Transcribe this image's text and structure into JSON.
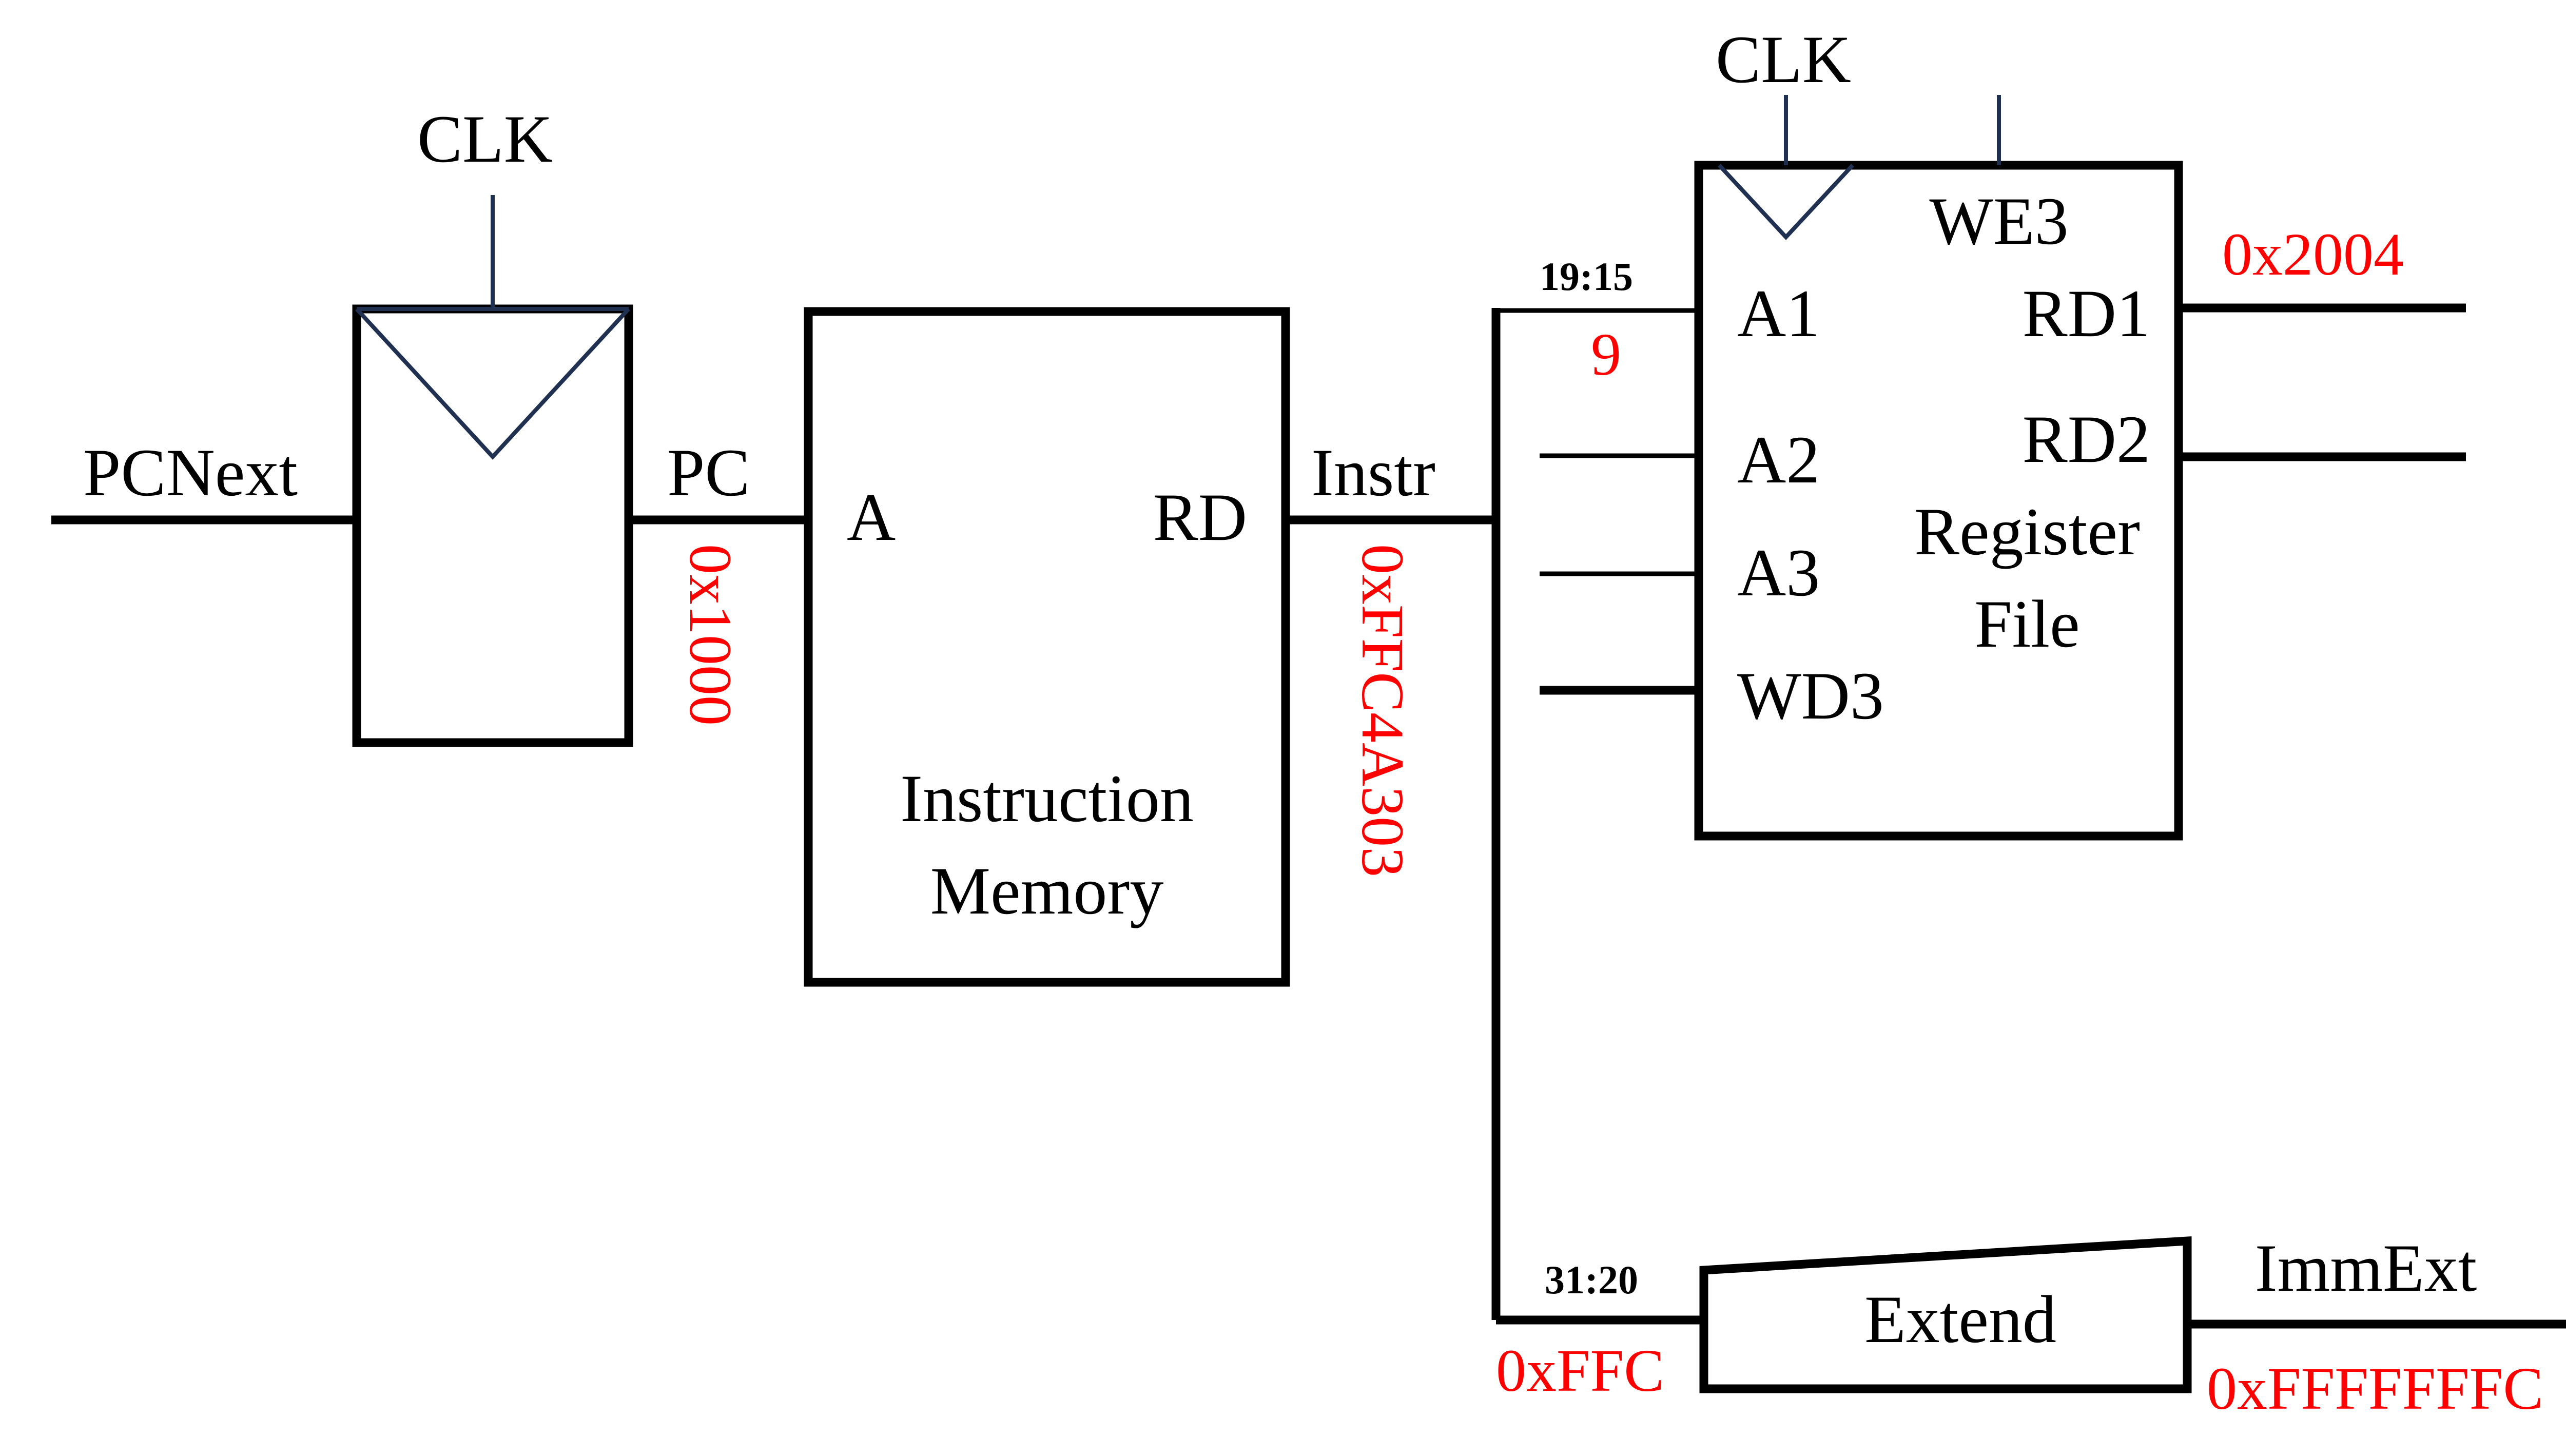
{
  "flipflop": {
    "clk_label": "CLK",
    "input_label": "PCNext",
    "output_label": "PC",
    "output_value": "0x1000"
  },
  "imem": {
    "port_a": "A",
    "port_rd": "RD",
    "title_line1": "Instruction",
    "title_line2": "Memory",
    "output_label": "Instr",
    "output_value": "0xFFC4A303"
  },
  "regfile": {
    "clk_label": "CLK",
    "we3": "WE3",
    "a1": "A1",
    "a2": "A2",
    "a3": "A3",
    "wd3": "WD3",
    "rd1": "RD1",
    "rd2": "RD2",
    "title_line1": "Register",
    "title_line2": "File",
    "a1_bits": "19:15",
    "a1_value": "9",
    "rd1_value": "0x2004"
  },
  "extend": {
    "label": "Extend",
    "in_bits": "31:20",
    "in_value": "0xFFC",
    "out_label": "ImmExt",
    "out_value": "0xFFFFFFFC"
  },
  "colors": {
    "wire": "#000000",
    "value": "#ff0000",
    "clock": "#1f3050"
  }
}
